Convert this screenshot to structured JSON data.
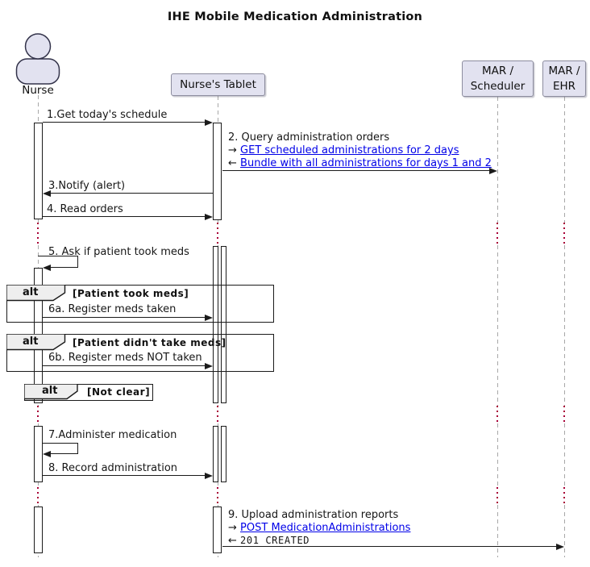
{
  "title": "IHE Mobile Medication Administration",
  "participants": {
    "nurse": {
      "label": "Nurse"
    },
    "tablet": {
      "label": "Nurse's Tablet"
    },
    "scheduler": {
      "line1": "MAR /",
      "line2": "Scheduler"
    },
    "ehr": {
      "line1": "MAR /",
      "line2": "EHR"
    }
  },
  "messages": {
    "m1": {
      "label": "1.Get today's schedule"
    },
    "m2": {
      "label": "2. Query administration orders",
      "req_prefix": "→",
      "req_link": "GET scheduled administrations for 2 days",
      "res_prefix": "←",
      "res_link": "Bundle with all administrations for days 1 and 2"
    },
    "m3": {
      "label": "3.Notify (alert)"
    },
    "m4": {
      "label": "4. Read orders"
    },
    "m5": {
      "label": "5. Ask if patient took meds"
    },
    "m6a": {
      "label": "6a. Register meds taken"
    },
    "m6b": {
      "label": "6b. Register meds NOT taken"
    },
    "m7": {
      "label": "7.Administer medication"
    },
    "m8": {
      "label": "8. Record administration"
    },
    "m9": {
      "label": "9. Upload administration reports",
      "req_prefix": "→",
      "req_link": "POST MedicationAdministrations",
      "res_prefix": "←",
      "res_status": "201 CREATED"
    }
  },
  "fragments": {
    "alt1": {
      "operator": "alt",
      "guard": "[Patient took meds]"
    },
    "alt2": {
      "operator": "alt",
      "guard": "[Patient didn't take meds]"
    },
    "alt3": {
      "operator": "alt",
      "guard": "[Not clear]"
    }
  },
  "colors": {
    "participant_fill": "#E2E2F0",
    "participant_border": "#8C8C9E",
    "lifeline": "#A8A8A8",
    "delay_dot": "#A80036",
    "message_line": "#1B1B1B",
    "link": "#0000E8",
    "fragment_header_fill": "#EEEEEE"
  }
}
